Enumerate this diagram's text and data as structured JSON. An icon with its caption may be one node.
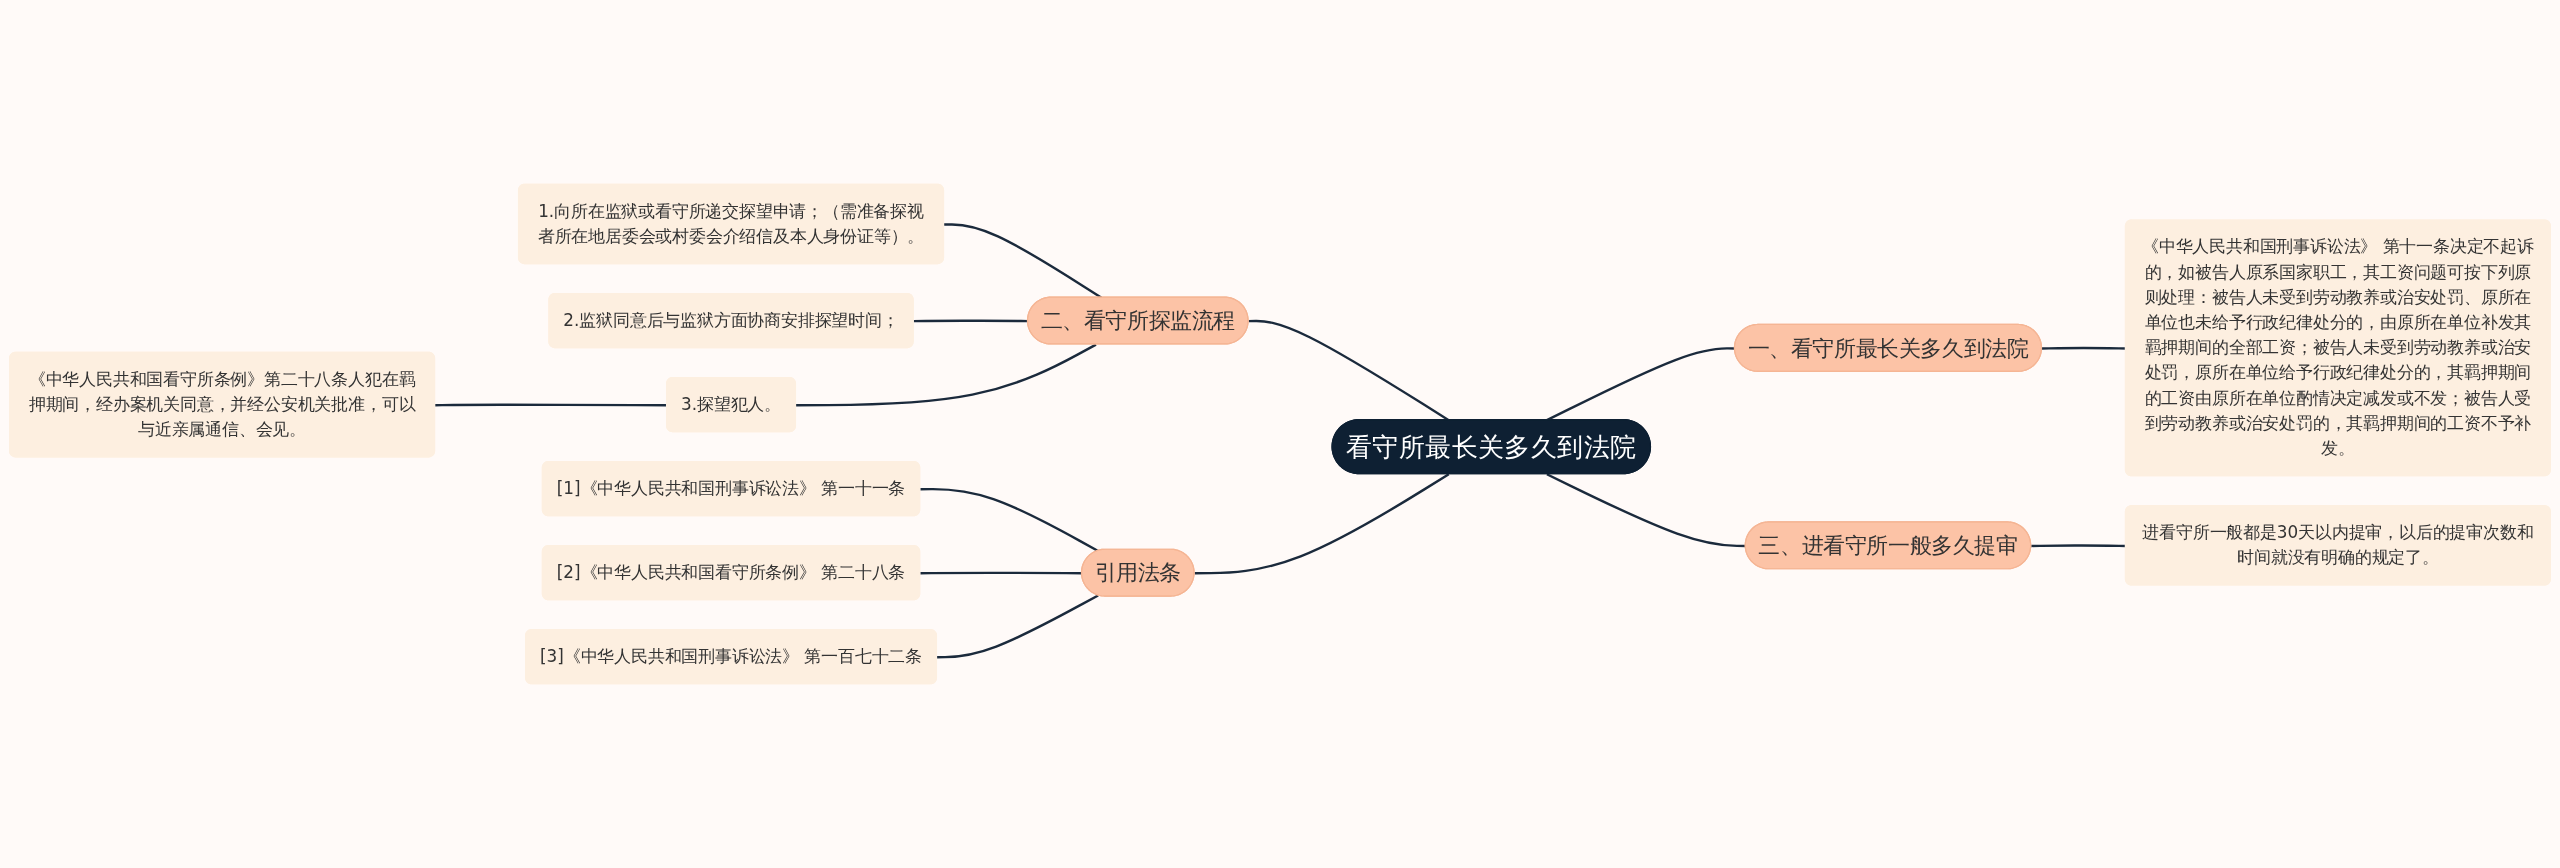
{
  "diagram": {
    "nodes": [
      {
        "text": [
          "看守所最长关多久到法院"
        ]
      },
      {
        "text": [
          "二、看守所探监流程"
        ]
      },
      {
        "text": [
          "1.向所在监狱或看守所递交探望申请；（需准备探视者所在地居委会或村委会介绍信及本人身份证等）。"
        ]
      },
      {
        "text": [
          "2.监狱同意后与监狱方面协商安排探望时间；"
        ]
      },
      {
        "text": [
          "3.探望犯人。"
        ]
      },
      {
        "text": [
          "《中华人民共和国看守所条例》第二十八条人犯在羁押期间，经办案机关同意，并经公安机关批准，可以与近亲属通信、会见。"
        ]
      },
      {
        "text": [
          "引用法条"
        ]
      },
      {
        "text": [
          "[1]《中华人民共和国刑事诉讼法》 第一十一条"
        ]
      },
      {
        "text": [
          "[2]《中华人民共和国看守所条例》 第二十八条"
        ]
      },
      {
        "text": [
          "[3]《中华人民共和国刑事诉讼法》 第一百七十二条"
        ]
      },
      {
        "text": [
          "一、看守所最长关多久到法院"
        ]
      },
      {
        "text": [
          "《中华人民共和国刑事诉讼法》 第十一条决定不起诉的，如被告人原系国家职工，其工资问题可按下列原则处理：被告人未受到劳动教养或治安处罚、原所在单位也未给予行政纪律处分的，由原所在单位补发其羁押期间的全部工资；被告人未受到劳动教养或治安处罚，原所在单位给予行政纪律处分的，其羁押期间的工资由原所在单位酌情决定减发或不发；被告人受到劳动教养或治安处罚的，其羁押期间的工资不予补发。"
        ]
      },
      {
        "text": [
          "三、进看守所一般多久提审"
        ]
      },
      {
        "text": [
          "进看守所一般都是30天以内提审，以后的提审次数和时间就没有明确的规定了。"
        ]
      }
    ],
    "edges": [
      {
        "from": 1,
        "to": 0,
        "arrow": "none"
      },
      {
        "from": 2,
        "to": 1,
        "arrow": "none"
      },
      {
        "from": 3,
        "to": 1,
        "arrow": "none"
      },
      {
        "from": 4,
        "to": 1,
        "arrow": "none"
      },
      {
        "from": 5,
        "to": 4,
        "arrow": "none"
      },
      {
        "from": 6,
        "to": 0,
        "arrow": "none"
      },
      {
        "from": 7,
        "to": 6,
        "arrow": "none"
      },
      {
        "from": 8,
        "to": 6,
        "arrow": "none"
      },
      {
        "from": 9,
        "to": 6,
        "arrow": "none"
      },
      {
        "from": 0,
        "to": 10,
        "arrow": "none"
      },
      {
        "from": 10,
        "to": 11,
        "arrow": "none"
      },
      {
        "from": 0,
        "to": 12,
        "arrow": "none"
      },
      {
        "from": 12,
        "to": 13,
        "arrow": "none"
      }
    ]
  }
}
